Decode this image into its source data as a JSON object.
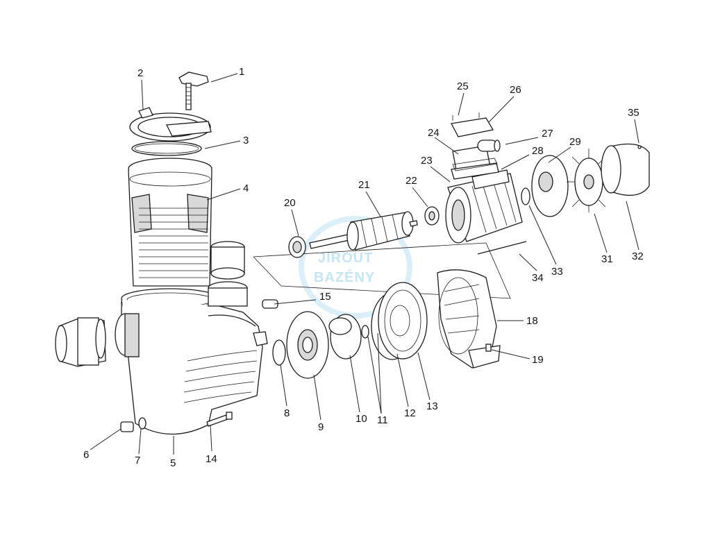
{
  "watermark": {
    "line1": "JIROUT",
    "line2": "BAZÉNY"
  },
  "callouts": [
    "1",
    "2",
    "3",
    "4",
    "5",
    "6",
    "7",
    "8",
    "9",
    "10",
    "11",
    "12",
    "13",
    "14",
    "15",
    "18",
    "19",
    "20",
    "21",
    "22",
    "23",
    "24",
    "25",
    "26",
    "27",
    "28",
    "29",
    "31",
    "32",
    "33",
    "34",
    "35"
  ]
}
